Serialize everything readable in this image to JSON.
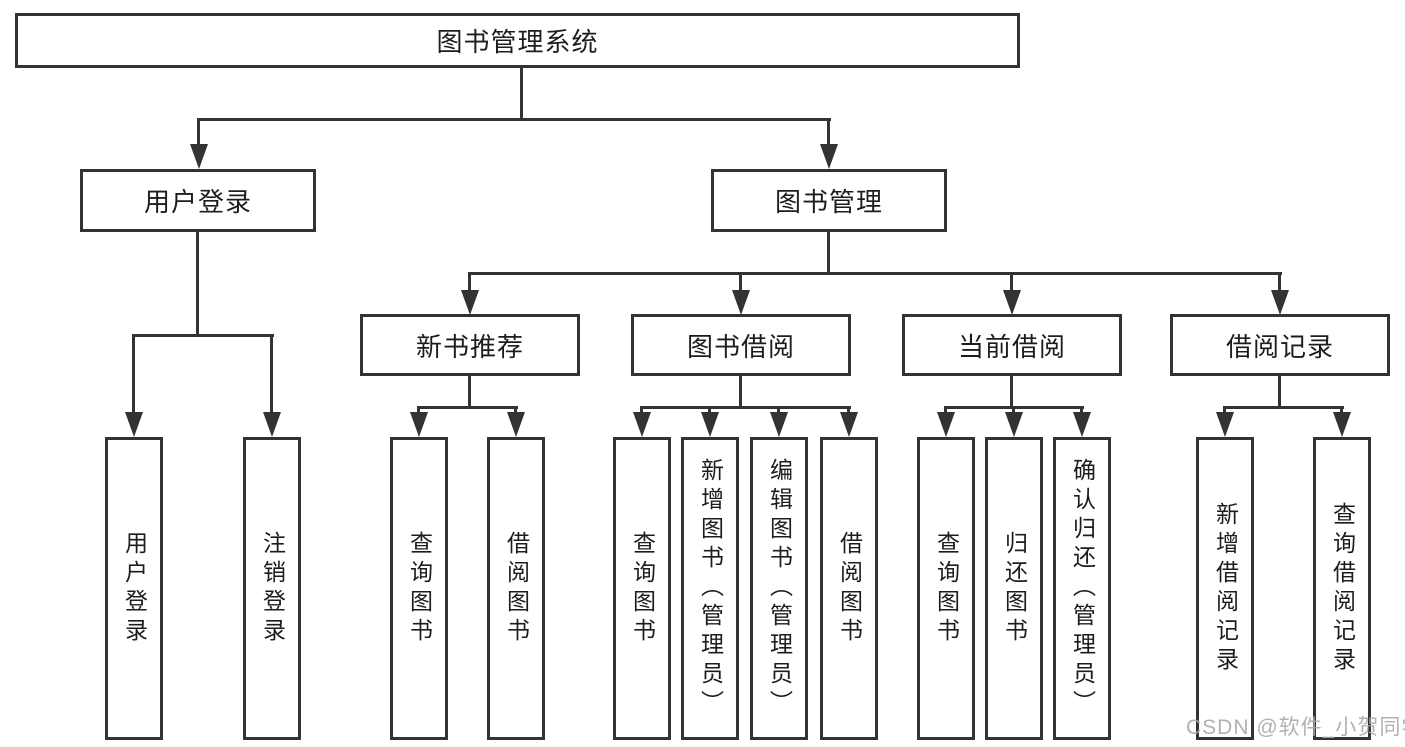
{
  "diagram_title": "图书管理系统",
  "tree": {
    "root": {
      "id": "library-management-system",
      "label": "图书管理系统"
    },
    "level2": [
      {
        "id": "user-login",
        "label": "用户登录",
        "parent": "图书管理系统"
      },
      {
        "id": "book-management",
        "label": "图书管理",
        "parent": "图书管理系统"
      }
    ],
    "level3": [
      {
        "id": "new-book-recommend",
        "label": "新书推荐",
        "parent": "图书管理"
      },
      {
        "id": "book-borrowing",
        "label": "图书借阅",
        "parent": "图书管理"
      },
      {
        "id": "current-borrowing",
        "label": "当前借阅",
        "parent": "图书管理"
      },
      {
        "id": "borrowing-records",
        "label": "借阅记录",
        "parent": "图书管理"
      }
    ],
    "leaves": [
      {
        "label": "用户登录",
        "parent": "用户登录"
      },
      {
        "label": "注销登录",
        "parent": "用户登录"
      },
      {
        "label": "查询图书",
        "parent": "新书推荐"
      },
      {
        "label": "借阅图书",
        "parent": "新书推荐"
      },
      {
        "label": "查询图书",
        "parent": "图书借阅"
      },
      {
        "label": "新增图书（管理员）",
        "parent": "图书借阅"
      },
      {
        "label": "编辑图书（管理员）",
        "parent": "图书借阅"
      },
      {
        "label": "借阅图书",
        "parent": "图书借阅"
      },
      {
        "label": "查询图书",
        "parent": "当前借阅"
      },
      {
        "label": "归还图书",
        "parent": "当前借阅"
      },
      {
        "label": "确认归还（管理员）",
        "parent": "当前借阅"
      },
      {
        "label": "新增借阅记录",
        "parent": "借阅记录"
      },
      {
        "label": "查询借阅记录",
        "parent": "借阅记录"
      }
    ]
  },
  "watermark": {
    "text": "CSDN @软件_小贺同学"
  },
  "colors": {
    "line": "#333333",
    "text": "#1d1d1d",
    "box_background": "#ffffff",
    "watermark": "#a9a9a9"
  }
}
